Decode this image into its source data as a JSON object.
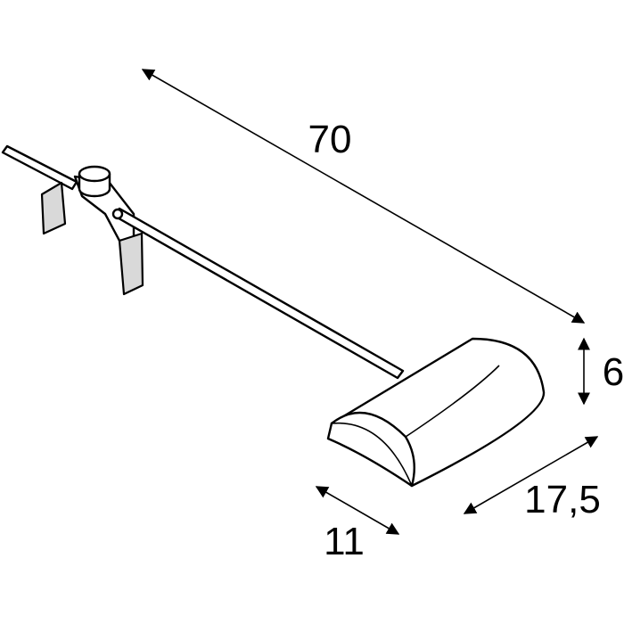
{
  "colors": {
    "ink": "#000000",
    "shade": "#d9d9d9",
    "background": "#ffffff"
  },
  "dimensions": {
    "length": "70",
    "height": "6",
    "width": "17,5",
    "depth": "11"
  }
}
